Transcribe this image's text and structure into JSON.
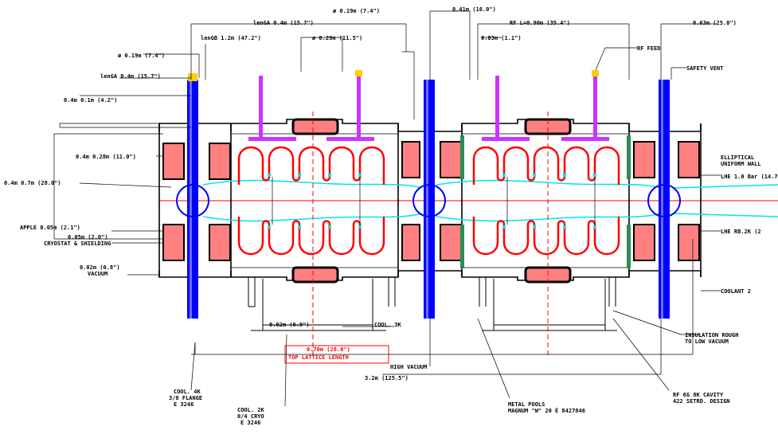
{
  "colors": {
    "cavity": "#ff0000",
    "beam_tube": "#00e5ee",
    "coupler": "#0000ff",
    "rf_feed": "#cc33ff",
    "rf_feed_tip": "#ffcc00",
    "magnet": "#ff8080",
    "magnet_core": "#000000",
    "flange": "#2e8b57",
    "axis": "#ff0000"
  },
  "labels": {
    "l01": "ø 0.19m (7.4\")",
    "l02": "0.41m (16.0\")",
    "l03": "lenGA 0.4m (15.7\")",
    "l04": "RF L=0.90m (35.4\")",
    "l05": "0.63m (25.0\")",
    "l06": "lenGB 1.2m (47.2\")",
    "l07": "ø 0.29m (11.5\")",
    "l08": "0.03m (1.1\")",
    "l09": "RF FEED",
    "l10": "ø 0.19m (7.4\")",
    "l11": "SAFETY VENT",
    "l12": "lenGA 0.4m (15.7\")",
    "l13": "0.4m 0.1m (4.2\")",
    "l14": "ELLIPTICAL",
    "l15": "UNIFORM WALL",
    "l16": "LHE 1.0 Bar (14.7",
    "l17": "0.4m 0.28m (11.0\")",
    "l18": "0.4m 0.7m (28.0\")",
    "l19": "APPLE 0.05m (2.1\")",
    "l20": "0.05m (2.0\")",
    "l21": "CRYOSTAT & SHIELDING",
    "l22": "LHE RB.2K (2",
    "l23": "0.02m (0.8\")",
    "l24": "VACUUM",
    "l25": "COOLANT 2",
    "l26": "0.02m (0.9\")",
    "l27": "COOL. 3K",
    "l28": "INSULATION ROUGH",
    "l29": "TO LOW VACUUM",
    "l30": "0.70m (28.0\")",
    "l31": "TOP LATTICE LENGTH",
    "l32": "HIGH VACUUM",
    "l33": "3.2m (125.5\")",
    "l34": "COOL. 4K",
    "l35": "3/8 FLANGE",
    "l36": "E 3246",
    "l37": "RF 6G 8K CAVITY",
    "l38": "422 SETRD. DESIGN",
    "l39": "COOL. 2K",
    "l40": "0/4 CRYO",
    "l41": "E 3246",
    "l42": "METAL POOLS",
    "l43": "MAGNUM \"W\" 20 É 8427846"
  }
}
